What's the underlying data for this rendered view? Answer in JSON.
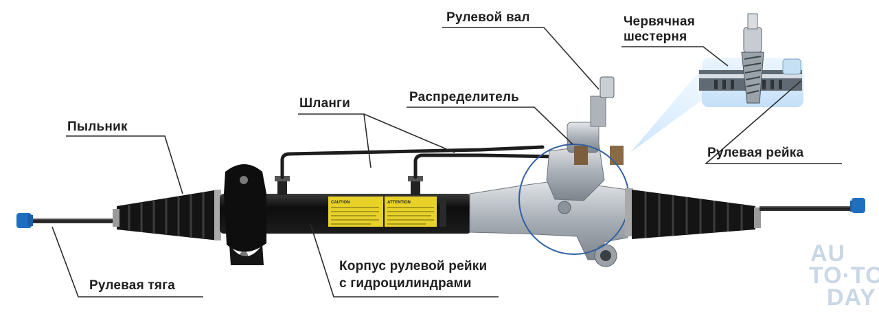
{
  "diagram": {
    "title": "Рулевая рейка с гидроусилителем",
    "labels": {
      "steering_shaft": "Рулевой вал",
      "worm_gear_line1": "Червячная",
      "worm_gear_line2": "шестерня",
      "hoses": "Шланги",
      "distributor": "Распределитель",
      "boot": "Пыльник",
      "steering_rack": "Рулевая рейка",
      "housing_line1": "Корпус рулевой рейки",
      "housing_line2": "с гидроцилиндрами",
      "tie_rod": "Рулевая тяга"
    },
    "sticker_left": "CAUTION",
    "sticker_right": "ATTENTION"
  },
  "watermark": {
    "line1": "AU",
    "line2": "TO·TO",
    "line3": "DAY"
  },
  "colors": {
    "line": "#2a2a2a",
    "housing": "#111111",
    "aluminum": "#b9bec4",
    "sticker": "#e8d22a",
    "cap": "#1f6fc0",
    "callout": "#2f5fa0"
  }
}
